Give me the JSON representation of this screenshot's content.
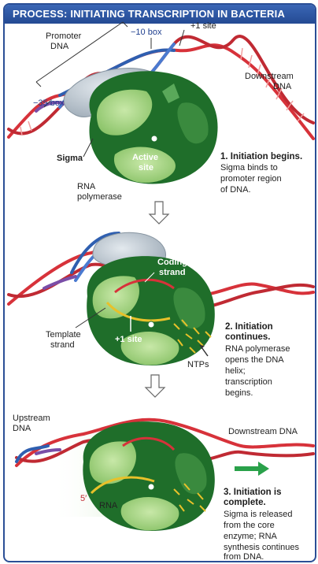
{
  "header": {
    "title": "PROCESS: INITIATING TRANSCRIPTION IN BACTERIA"
  },
  "panel1": {
    "promoter_line1": "Promoter",
    "promoter_line2": "DNA",
    "minus10": "−10 box",
    "plus1": "+1 site",
    "downstream_line1": "Downstream",
    "downstream_line2": "DNA",
    "minus35": "−35 box",
    "sigma": "Sigma",
    "active_line1": "Active",
    "active_line2": "site",
    "rnap_line1": "RNA",
    "rnap_line2": "polymerase",
    "step_title": "1. Initiation begins.",
    "step_desc": [
      "Sigma binds to",
      "promoter region",
      "of DNA."
    ]
  },
  "panel2": {
    "coding_line1": "Coding",
    "coding_line2": "strand",
    "template_line1": "Template",
    "template_line2": "strand",
    "plus1": "+1 site",
    "ntps": "NTPs",
    "step_title_line1": "2. Initiation",
    "step_title_line2": "continues.",
    "step_desc": [
      "RNA polymerase",
      "opens the DNA",
      "helix;",
      "transcription",
      "begins."
    ]
  },
  "panel3": {
    "upstream_line1": "Upstream",
    "upstream_line2": "DNA",
    "downstream": "Downstream DNA",
    "five_prime": "5′",
    "rna": "RNA",
    "step_title_line1": "3. Initiation is",
    "step_title_line2": "complete.",
    "step_desc": [
      "Sigma is released",
      "from the core",
      "enzyme; RNA",
      "synthesis continues",
      "from DNA."
    ]
  },
  "colors": {
    "header_blue": "#2b4f96",
    "dna_red": "#d7323a",
    "dna_blue": "#2f5fb0",
    "dna_purple": "#7a4ea8",
    "sigma_gray": "#b9c4cd",
    "polymerase_light": "#9fd17f",
    "polymerase_dark": "#1f6e2a",
    "rna_yellow": "#e8c12a",
    "arrow_green": "#2aa14a"
  },
  "icons": [
    "down-arrow-icon",
    "green-right-arrow-icon"
  ]
}
